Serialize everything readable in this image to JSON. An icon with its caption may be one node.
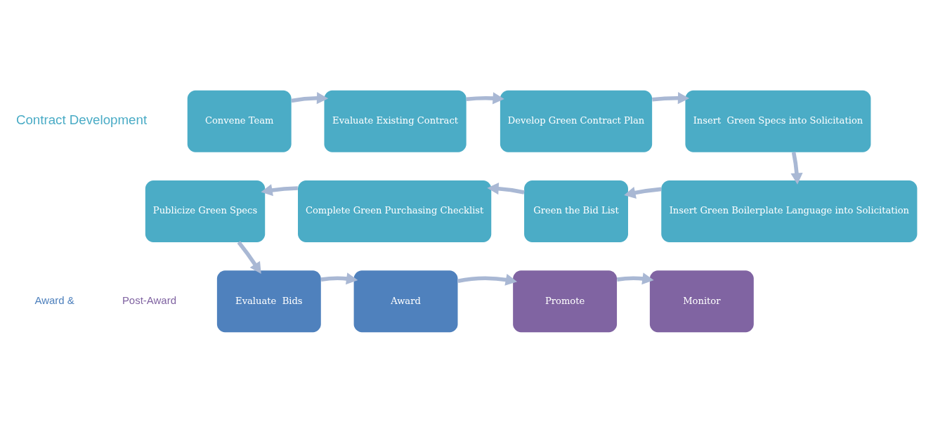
{
  "diagram": {
    "nodes": [
      {
        "text": [
          "Convene Team"
        ]
      },
      {
        "text": [
          "Evaluate Existing Contract"
        ]
      },
      {
        "text": [
          "Develop Green Contract Plan"
        ]
      },
      {
        "text": [
          "Insert  Green Specs into Solicitation"
        ]
      },
      {
        "text": [
          "Publicize Green Specs"
        ]
      },
      {
        "text": [
          "Complete Green Purchasing Checklist"
        ]
      },
      {
        "text": [
          "Green the Bid List"
        ]
      },
      {
        "text": [
          "Insert Green Boilerplate Language into Solicitation"
        ]
      },
      {
        "text": [
          "Evaluate  Bids"
        ]
      },
      {
        "text": [
          "Award"
        ]
      },
      {
        "text": [
          "Promote"
        ]
      },
      {
        "text": [
          "Monitor"
        ]
      }
    ],
    "edges": [
      {
        "from": 0,
        "to": 1,
        "arrow": "to"
      },
      {
        "from": 1,
        "to": 2,
        "arrow": "to"
      },
      {
        "from": 2,
        "to": 3,
        "arrow": "to"
      },
      {
        "from": 3,
        "to": 7,
        "arrow": "to"
      },
      {
        "from": 7,
        "to": 6,
        "arrow": "to"
      },
      {
        "from": 6,
        "to": 5,
        "arrow": "to"
      },
      {
        "from": 5,
        "to": 4,
        "arrow": "to"
      },
      {
        "from": 4,
        "to": 8,
        "arrow": "to"
      },
      {
        "from": 8,
        "to": 9,
        "arrow": "to"
      },
      {
        "from": 9,
        "to": 10,
        "arrow": "to"
      },
      {
        "from": 10,
        "to": 11,
        "arrow": "to"
      }
    ],
    "labels": [
      "Contract Development",
      "Award &",
      "Post-Award"
    ]
  }
}
